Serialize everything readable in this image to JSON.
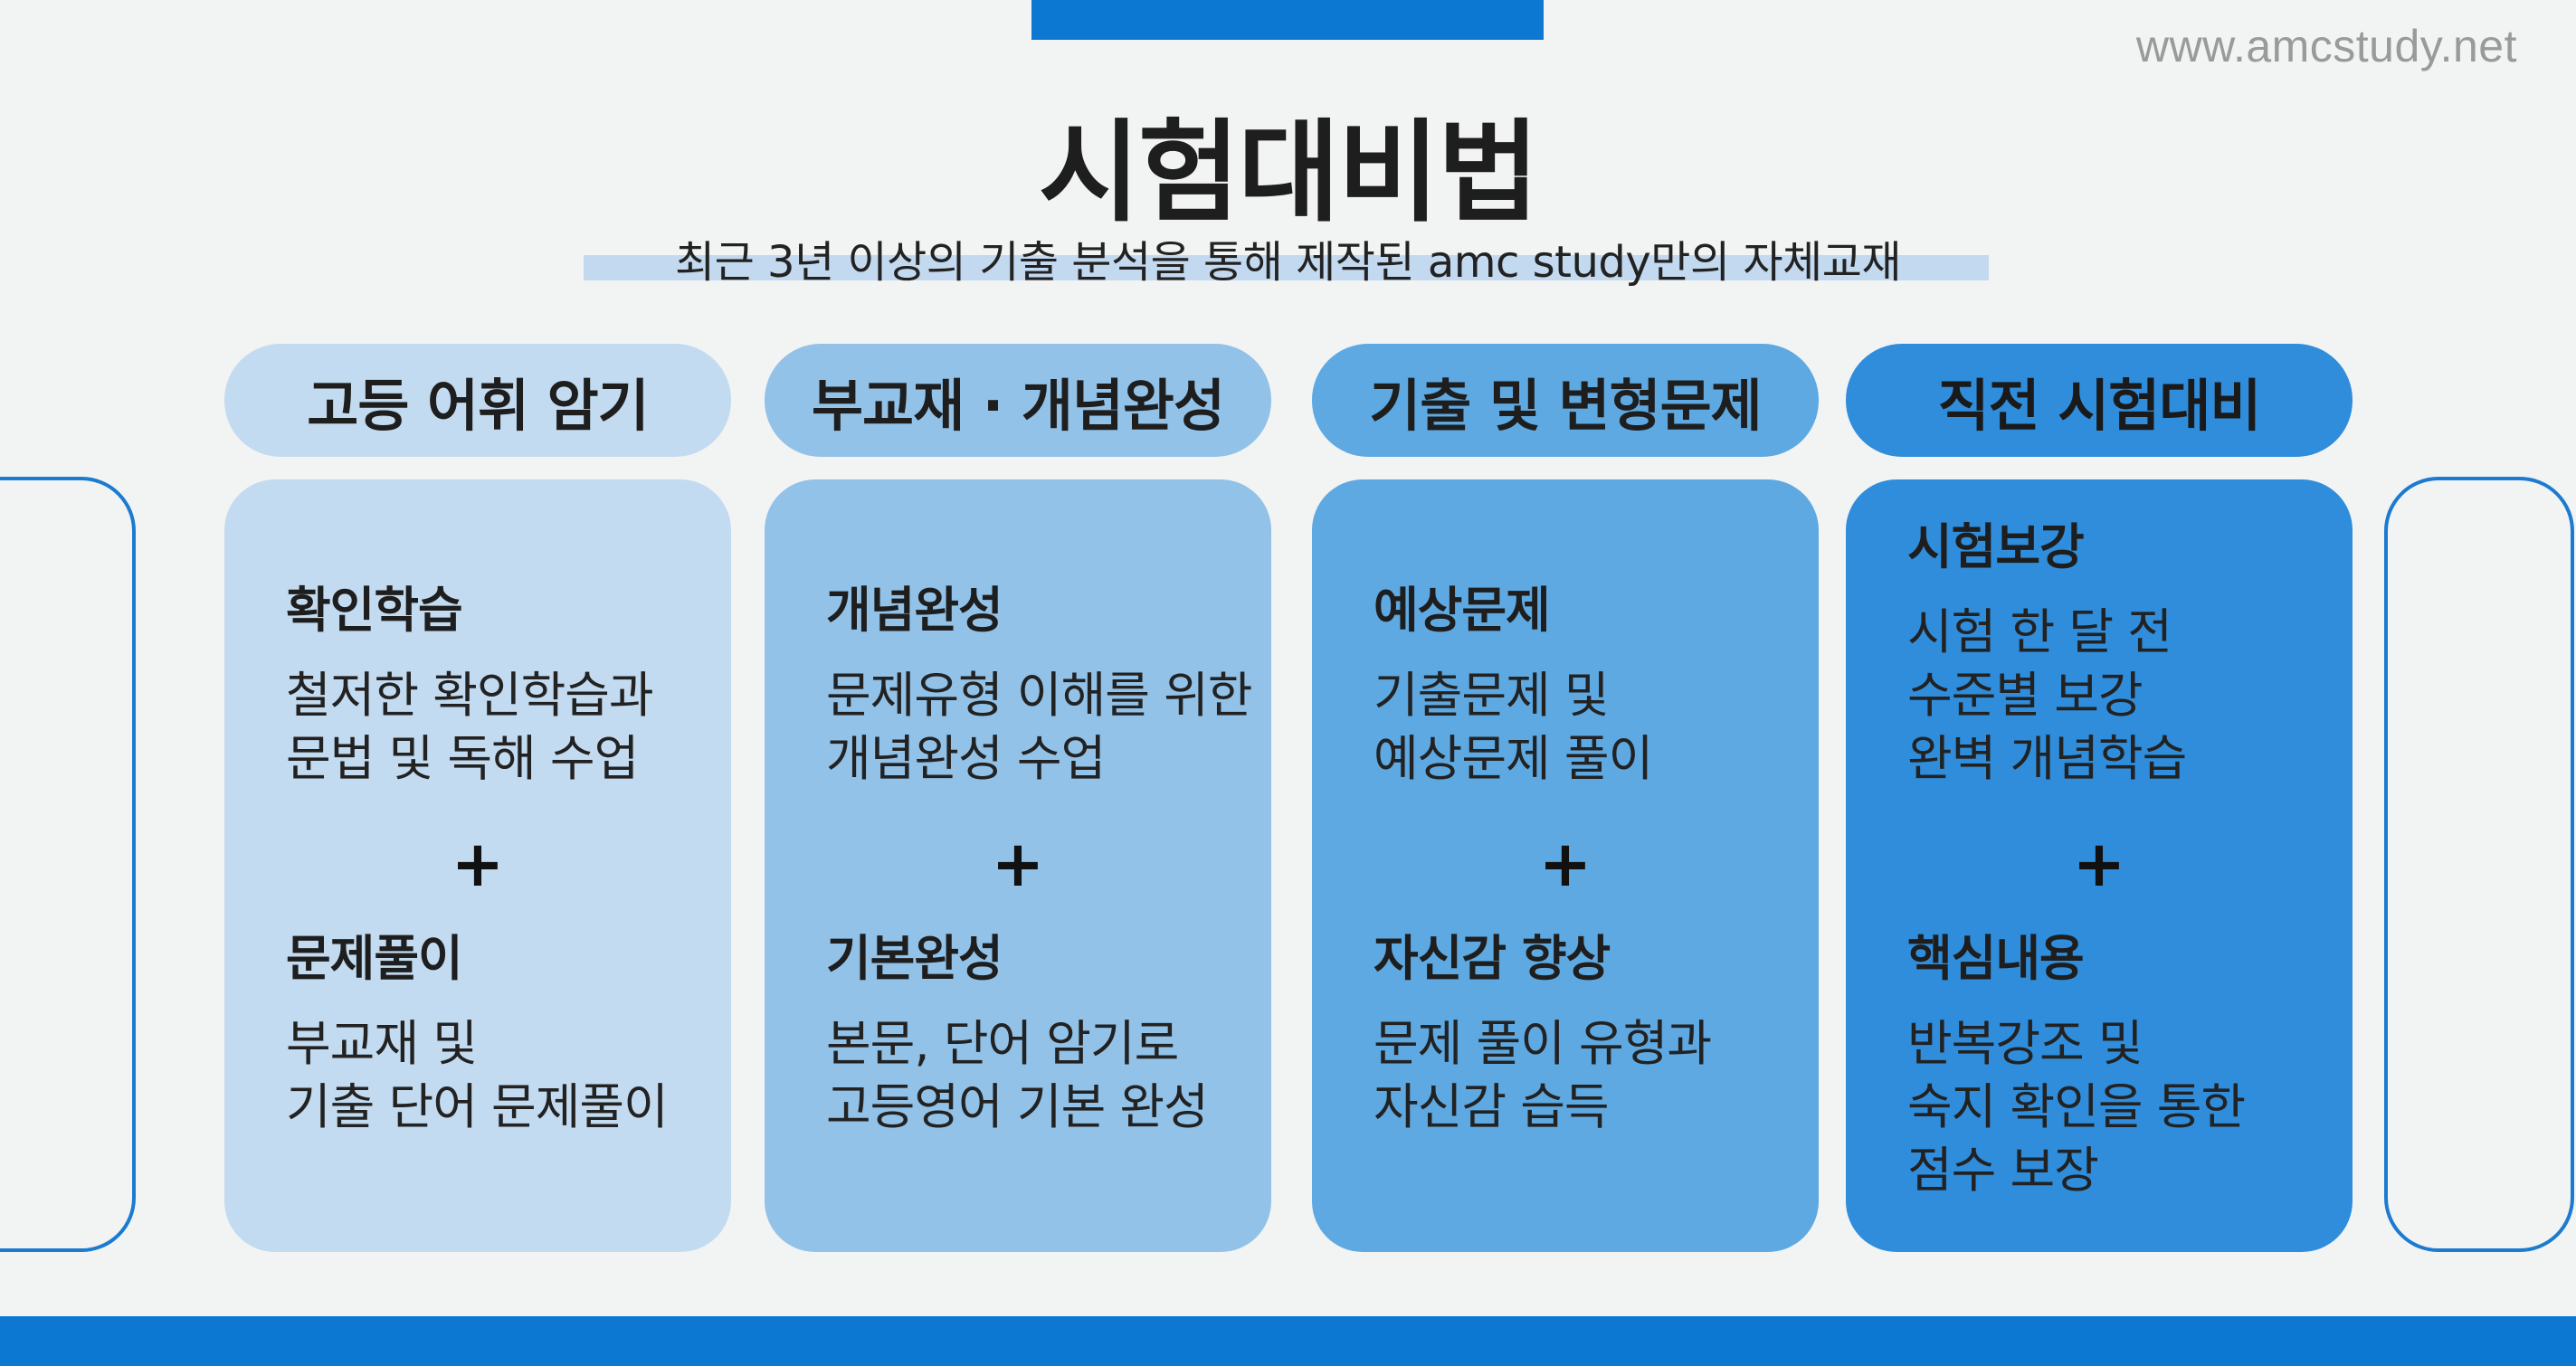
{
  "site_url": "www.amcstudy.net",
  "title": "시험대비법",
  "subtitle": "최근 3년 이상의 기출 분석을 통해 제작된 amc study만의 자체교재",
  "columns": [
    {
      "header": "고등 어휘 암기",
      "sections": [
        {
          "title": "확인학습",
          "lines": [
            "철저한 확인학습과",
            "문법 및 독해 수업"
          ]
        },
        {
          "title": "문제풀이",
          "lines": [
            "부교재 및",
            "기출 단어 문제풀이"
          ]
        }
      ]
    },
    {
      "header": "부교재 · 개념완성",
      "sections": [
        {
          "title": "개념완성",
          "lines": [
            "문제유형 이해를 위한",
            "개념완성 수업"
          ]
        },
        {
          "title": "기본완성",
          "lines": [
            "본문, 단어 암기로",
            "고등영어 기본 완성"
          ]
        }
      ]
    },
    {
      "header": "기출 및 변형문제",
      "sections": [
        {
          "title": "예상문제",
          "lines": [
            "기출문제 및",
            "예상문제 풀이"
          ]
        },
        {
          "title": "자신감 향상",
          "lines": [
            "문제 풀이 유형과",
            "자신감 습득"
          ]
        }
      ]
    },
    {
      "header": "직전 시험대비",
      "sections": [
        {
          "title": "시험보강",
          "lines": [
            "시험 한 달 전",
            "수준별 보강",
            "완벽 개념학습"
          ]
        },
        {
          "title": "핵심내용",
          "lines": [
            "반복강조 및",
            "숙지 확인을 통한",
            "점수 보장"
          ]
        }
      ]
    }
  ],
  "plus_symbol": "+",
  "colors": {
    "accent": "#0c78d2",
    "card_1": "#c3dbf0",
    "card_2": "#92c2e8",
    "card_3": "#5ea9e2",
    "card_4": "#2f8ddc",
    "background": "#f2f3f3"
  }
}
